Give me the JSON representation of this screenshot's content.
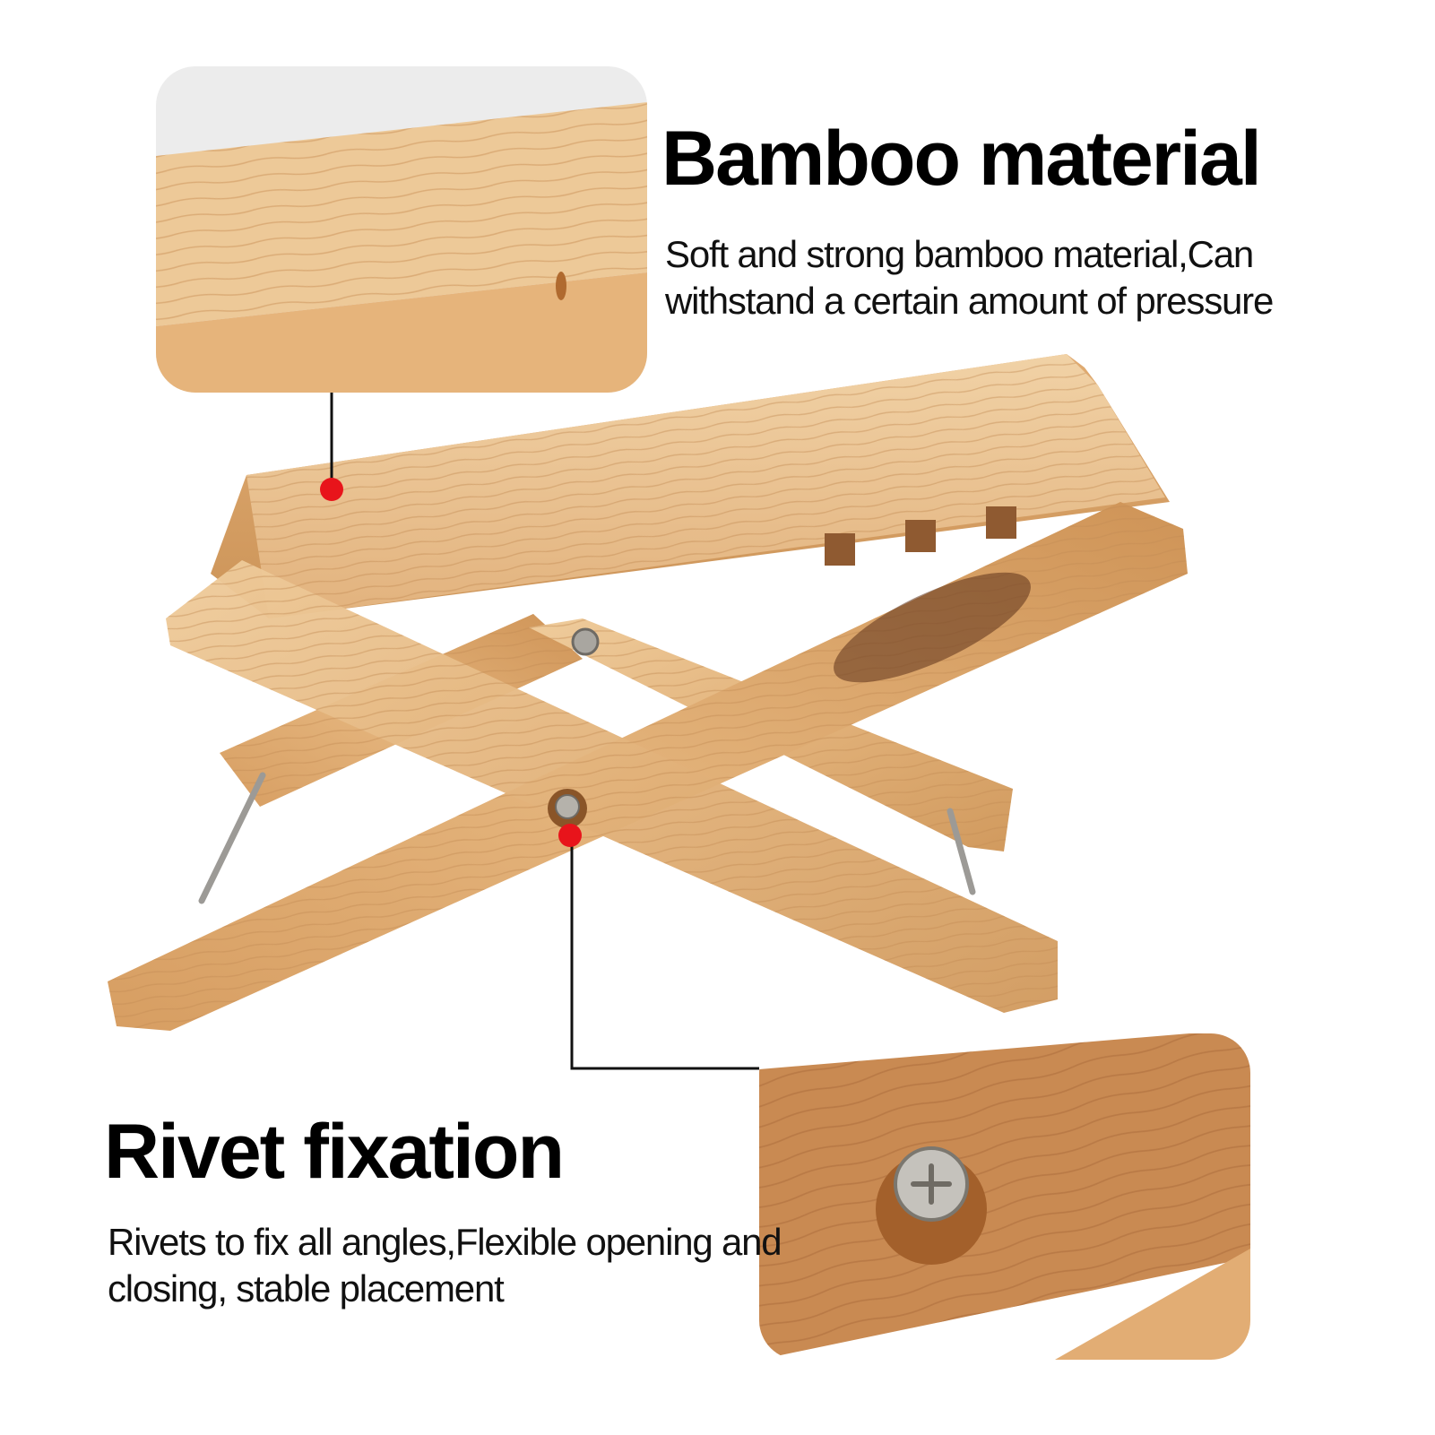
{
  "colors": {
    "background": "#ffffff",
    "wood_light": "#e9c08f",
    "wood_mid": "#d9a56a",
    "wood_dark": "#a7663a",
    "marker": "#e8141b",
    "callout_line": "#111111"
  },
  "features": [
    {
      "title": "Bamboo material",
      "text": "Soft and strong bamboo material,Can withstand a certain amount of pressure"
    },
    {
      "title": "Rivet fixation",
      "text": "Rivets to fix all angles,Flexible opening and closing, stable placement"
    }
  ]
}
